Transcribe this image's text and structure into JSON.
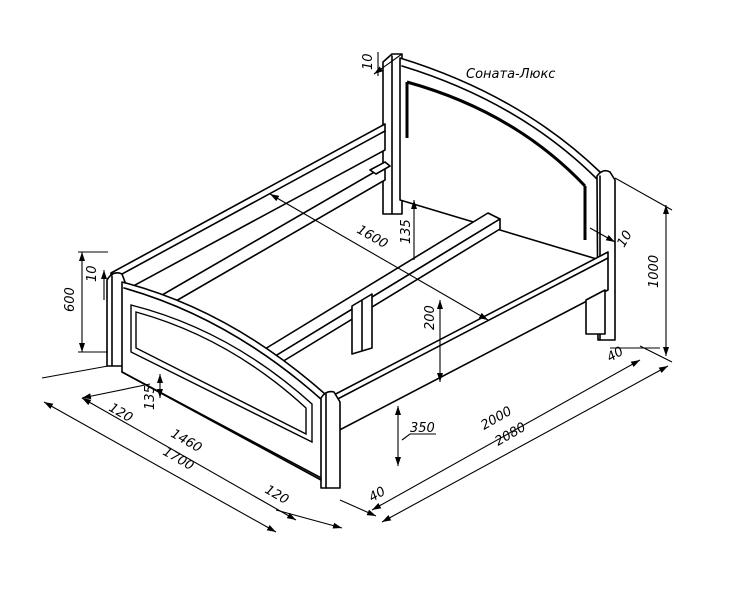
{
  "title": "Соната-Люкс",
  "dimensions": {
    "headboard_top_thickness": "10",
    "headboard_side_thickness": "10",
    "inner_width": "1600",
    "slat_gap": "135",
    "headboard_height": "1000",
    "footboard_height": "600",
    "footboard_top_thickness": "10",
    "side_rail_height": "200",
    "footboard_post": "120",
    "footboard_panel_gap": "135",
    "inner_length_width": "1460",
    "overall_width": "1700",
    "post_width_right": "120",
    "floor_clearance": "350",
    "inner_length": "2000",
    "overall_length": "2080",
    "leg_offset_front": "40",
    "leg_offset_back": "40"
  }
}
